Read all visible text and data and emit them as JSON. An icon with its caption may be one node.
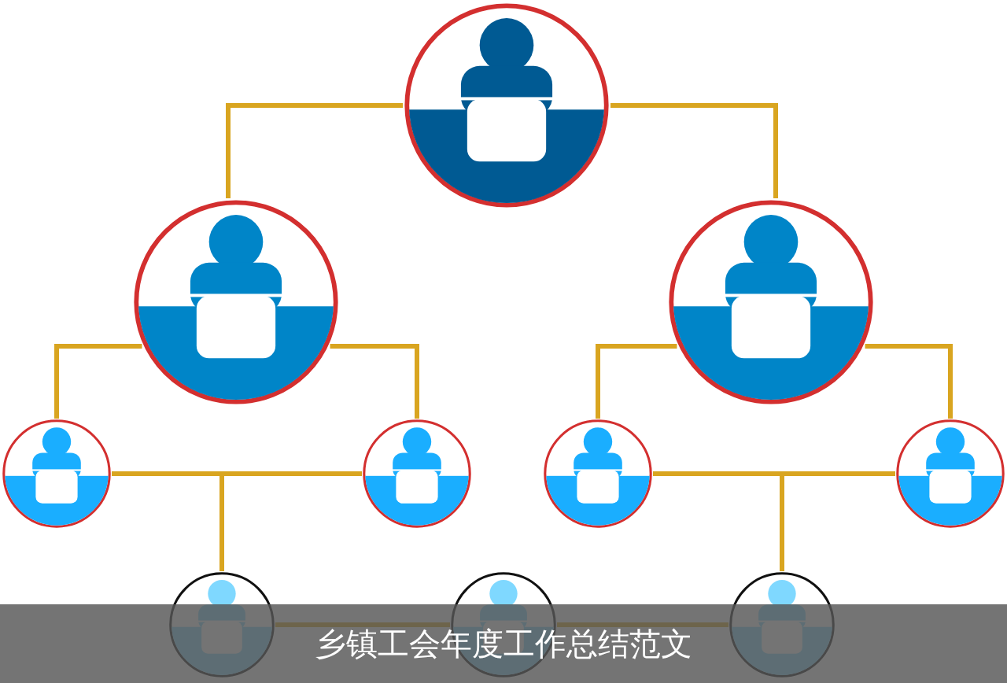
{
  "diagram": {
    "caption": "乡镇工会年度工作总结范文",
    "nodes": [
      {
        "text": [],
        "shape": "person"
      },
      {
        "text": [],
        "shape": "person"
      },
      {
        "text": [],
        "shape": "person"
      },
      {
        "text": [],
        "shape": "person"
      },
      {
        "text": [],
        "shape": "person"
      },
      {
        "text": [],
        "shape": "person"
      },
      {
        "text": [],
        "shape": "person"
      },
      {
        "text": [],
        "shape": "person"
      },
      {
        "text": [],
        "shape": "person"
      },
      {
        "text": [],
        "shape": "person"
      }
    ],
    "edges": [
      {
        "from": 0,
        "to": 1,
        "arrow": "none"
      },
      {
        "from": 0,
        "to": 2,
        "arrow": "none"
      },
      {
        "from": 1,
        "to": 3,
        "arrow": "none"
      },
      {
        "from": 1,
        "to": 4,
        "arrow": "none"
      },
      {
        "from": 2,
        "to": 5,
        "arrow": "none"
      },
      {
        "from": 2,
        "to": 6,
        "arrow": "none"
      },
      {
        "from": 3,
        "to": 7,
        "arrow": "none"
      },
      {
        "from": 4,
        "to": 7,
        "arrow": "none"
      },
      {
        "from": 5,
        "to": 9,
        "arrow": "none"
      },
      {
        "from": 6,
        "to": 9,
        "arrow": "none"
      },
      {
        "from": 7,
        "to": 8,
        "arrow": "none"
      },
      {
        "from": 8,
        "to": 9,
        "arrow": "none"
      }
    ]
  }
}
